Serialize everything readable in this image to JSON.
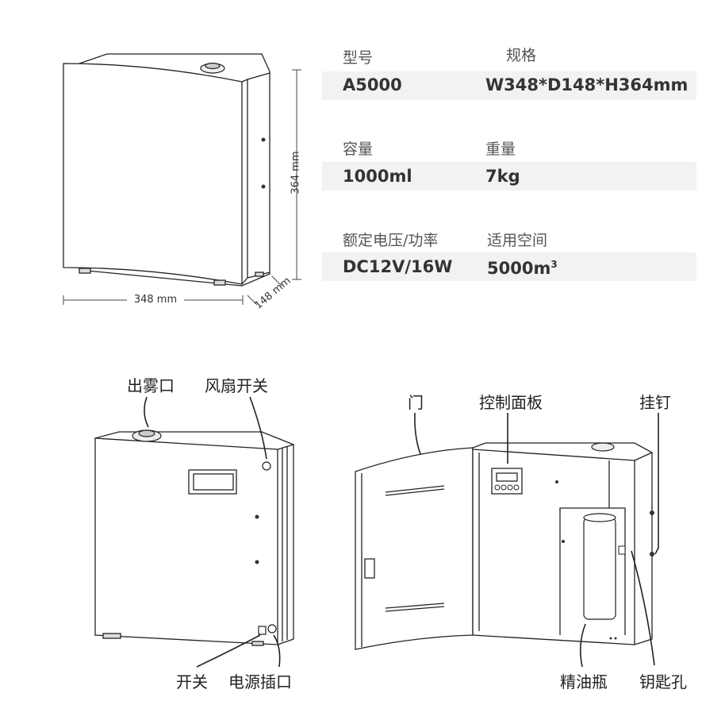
{
  "specs": {
    "model_label": "型号",
    "model_value": "A5000",
    "size_label": "规格",
    "size_value": "W348*D148*H364mm",
    "capacity_label": "容量",
    "capacity_value": "1000ml",
    "weight_label": "重量",
    "weight_value": "7kg",
    "power_label": "额定电压/功率",
    "power_value": "DC12V/16W",
    "area_label": "适用空间",
    "area_value_main": "5000m",
    "area_value_sup": "3"
  },
  "dimensions": {
    "width": "348 mm",
    "height": "364 mm",
    "depth": "148 mm"
  },
  "callouts": {
    "mist_outlet": "出雾口",
    "fan_switch": "风扇开关",
    "switch": "开关",
    "power_socket": "电源插口",
    "door": "门",
    "control_panel": "控制面板",
    "hanger": "挂钉",
    "oil_bottle": "精油瓶",
    "keyhole": "钥匙孔"
  }
}
